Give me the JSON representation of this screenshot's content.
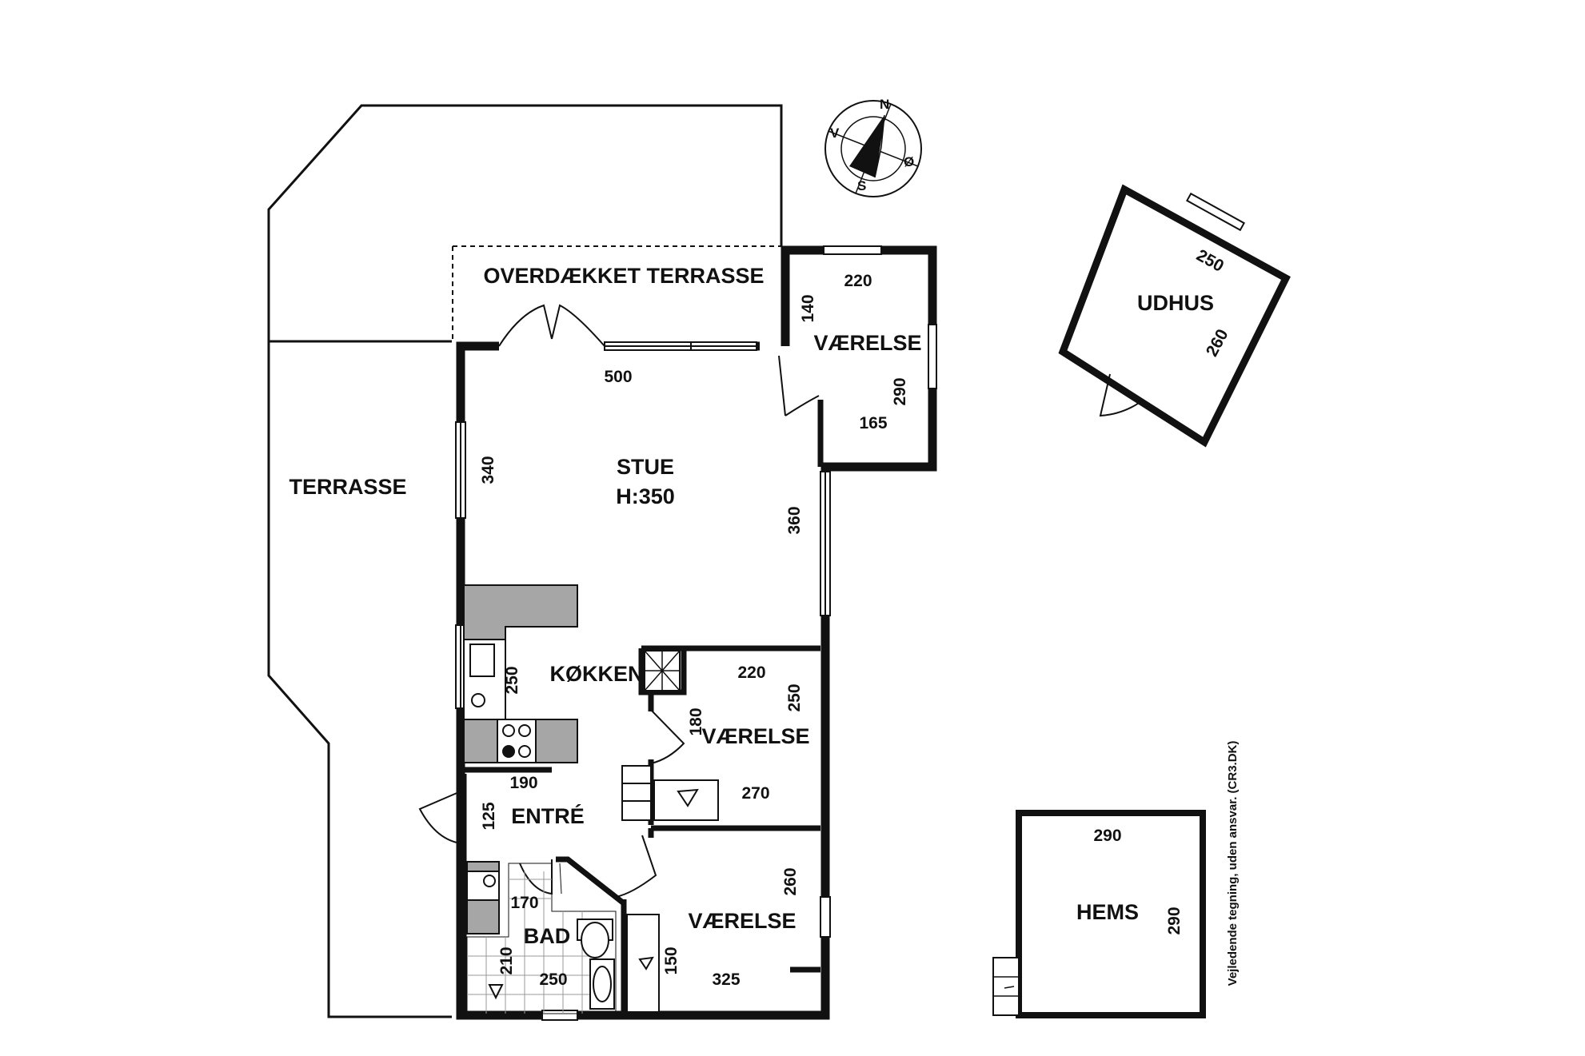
{
  "rooms": {
    "covered_terrace": "OVERDÆKKET TERRASSE",
    "terrace": "TERRASSE",
    "living": "STUE",
    "living_height": "H:350",
    "bedroom_ne": "VÆRELSE",
    "kitchen": "KØKKEN",
    "bedroom_mid": "VÆRELSE",
    "entry": "ENTRÉ",
    "bath": "BAD",
    "bedroom_se": "VÆRELSE",
    "shed": "UDHUS",
    "loft": "HEMS"
  },
  "dims": {
    "living_w": "500",
    "living_left": "340",
    "living_right": "360",
    "bed_ne_w": "220",
    "bed_ne_left": "140",
    "bed_ne_right": "290",
    "bed_ne_bottom": "165",
    "kitchen_h": "250",
    "bed_mid_w": "220",
    "bed_mid_h": "250",
    "bed_mid_left": "180",
    "bed_mid_bottom": "270",
    "entry_w": "190",
    "entry_h": "125",
    "bath_top": "170",
    "bath_left": "210",
    "bath_bottom": "250",
    "bed_se_h": "260",
    "bed_se_left": "150",
    "bed_se_bottom": "325",
    "shed_w": "250",
    "shed_h": "260",
    "loft_w": "290",
    "loft_h": "290"
  },
  "compass": {
    "n": "N",
    "o": "Ø",
    "s": "S",
    "v": "V"
  },
  "disclaimer": "Vejledende tegning, uden ansvar. (CR3.DK)",
  "colors": {
    "wall": "#111111",
    "fixture": "#a6a6a6"
  }
}
